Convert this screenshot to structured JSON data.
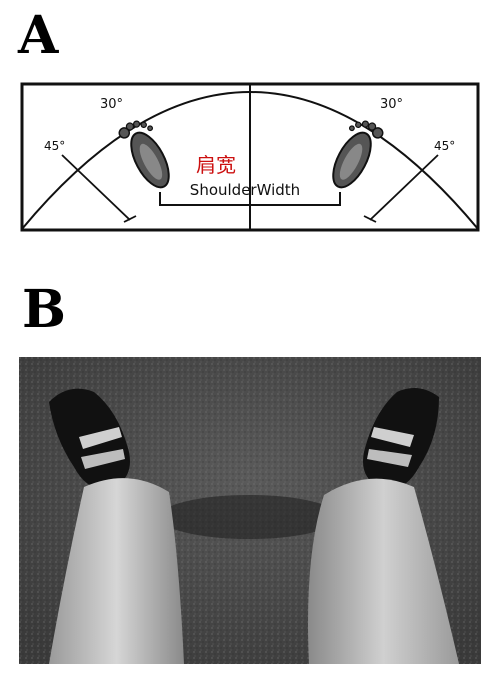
{
  "panel_a": {
    "letter": "A",
    "angle_left_outer": "45°",
    "angle_left_inner": "30°",
    "angle_right_inner": "30°",
    "angle_right_outer": "45°",
    "shoulder_width_label": "ShoulderWidth",
    "chinese_label": "肩宽",
    "chinese_label_color": "#cc1010"
  },
  "panel_b": {
    "letter": "B"
  }
}
